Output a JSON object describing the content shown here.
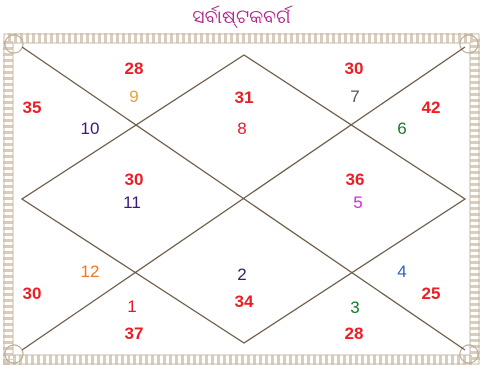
{
  "title": "ସର୍ବାଷ୍ଟକବର୍ଗ",
  "colors": {
    "title": "#b0268a",
    "score": "#ee1c24",
    "frame_line": "#6b5a45",
    "border": "#c9bba8",
    "house_label": "#e8182c"
  },
  "houses": [
    {
      "house": 1,
      "score": "37",
      "sign": "1",
      "sign_color": "#e8182c"
    },
    {
      "house": 2,
      "score": "30",
      "sign": "12",
      "sign_color": "#f07820"
    },
    {
      "house": 3,
      "score": "30",
      "sign": "11",
      "sign_color": "#3b1a78"
    },
    {
      "house": 4,
      "score": "35",
      "sign": "10",
      "sign_color": "#3b1a78"
    },
    {
      "house": 5,
      "score": "28",
      "sign": "9",
      "sign_color": "#f0a030"
    },
    {
      "house": 6,
      "score": "31",
      "sign": "8",
      "sign_color": "#e8182c"
    },
    {
      "house": 7,
      "score": "30",
      "sign": "7",
      "sign_color": "#555555"
    },
    {
      "house": 8,
      "score": "42",
      "sign": "6",
      "sign_color": "#1a7a2a"
    },
    {
      "house": 9,
      "score": "36",
      "sign": "5",
      "sign_color": "#e020e0"
    },
    {
      "house": 10,
      "score": "25",
      "sign": "4",
      "sign_color": "#3060c0"
    },
    {
      "house": 11,
      "score": "28",
      "sign": "3",
      "sign_color": "#1a7a2a"
    },
    {
      "house": 12,
      "score": "34",
      "sign": "2",
      "sign_color": "#3b1a78"
    }
  ]
}
